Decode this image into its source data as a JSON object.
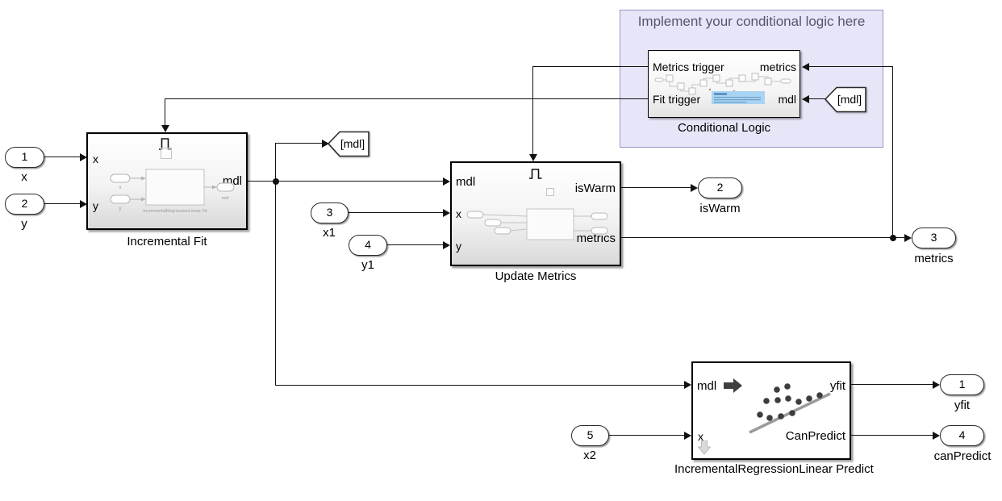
{
  "area": {
    "title": "Implement your conditional logic here"
  },
  "blocks": {
    "incremental_fit": {
      "label": "Incremental Fit",
      "port_x": "x",
      "port_y": "y",
      "port_mdl": "mdl",
      "thumb": {
        "in1": "x",
        "in2": "y",
        "core": "IncrementalRegressionLinear Fit",
        "out": "mdl"
      }
    },
    "update_metrics": {
      "label": "Update Metrics",
      "port_mdl": "mdl",
      "port_x": "x",
      "port_y": "y",
      "port_iswarm": "isWarm",
      "port_metrics": "metrics"
    },
    "conditional_logic": {
      "label": "Conditional Logic",
      "port_metrics_trigger": "Metrics trigger",
      "port_fit_trigger": "Fit trigger",
      "port_metrics": "metrics",
      "port_mdl": "mdl"
    },
    "predict": {
      "label": "IncrementalRegressionLinear Predict",
      "port_mdl": "mdl",
      "port_x": "x",
      "port_yfit": "yfit",
      "port_canpredict": "CanPredict"
    }
  },
  "tags": {
    "goto_mdl": "[mdl]",
    "from_mdl": "[mdl]"
  },
  "inports": {
    "in1": {
      "number": "1",
      "label": "x"
    },
    "in2": {
      "number": "2",
      "label": "y"
    },
    "in3": {
      "number": "3",
      "label": "x1"
    },
    "in4": {
      "number": "4",
      "label": "y1"
    },
    "in5": {
      "number": "5",
      "label": "x2"
    }
  },
  "outports": {
    "out_iswarm": {
      "number": "2",
      "label": "isWarm"
    },
    "out_metrics": {
      "number": "3",
      "label": "metrics"
    },
    "out_yfit": {
      "number": "1",
      "label": "yfit"
    },
    "out_canpredict": {
      "number": "4",
      "label": "canPredict"
    }
  },
  "colors": {
    "area_fill": "#e6e6f8",
    "area_border": "#9595c8",
    "area_title": "#55556e",
    "wire": "#111111",
    "block_border": "#000000",
    "thumbnail_stroke": "#b4b4b4",
    "annotation_blue": "#a9d3f2",
    "scatter_dot": "#3d3d3d",
    "scatter_line": "#9b9b9b"
  }
}
